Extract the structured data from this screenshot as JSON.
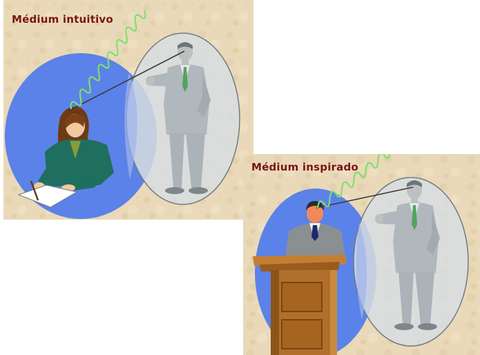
{
  "panels": [
    {
      "title": "Médium intuitivo"
    },
    {
      "title": "Médium inspirado"
    }
  ],
  "colors": {
    "parchment": "#e9d9b9",
    "title": "#7a1414",
    "medium_aura": "#5b82e8",
    "spirit_aura": "#d7dde1",
    "wave": "#7fe06a",
    "suit_gray": "#a9b2b8",
    "jacket_green": "#1f6f5e",
    "lectern_wood": "#b0702c"
  },
  "icons": [
    "writing-woman-figure",
    "spirit-man-figure",
    "speaker-man-figure",
    "lectern-icon",
    "thought-wave-icon"
  ]
}
